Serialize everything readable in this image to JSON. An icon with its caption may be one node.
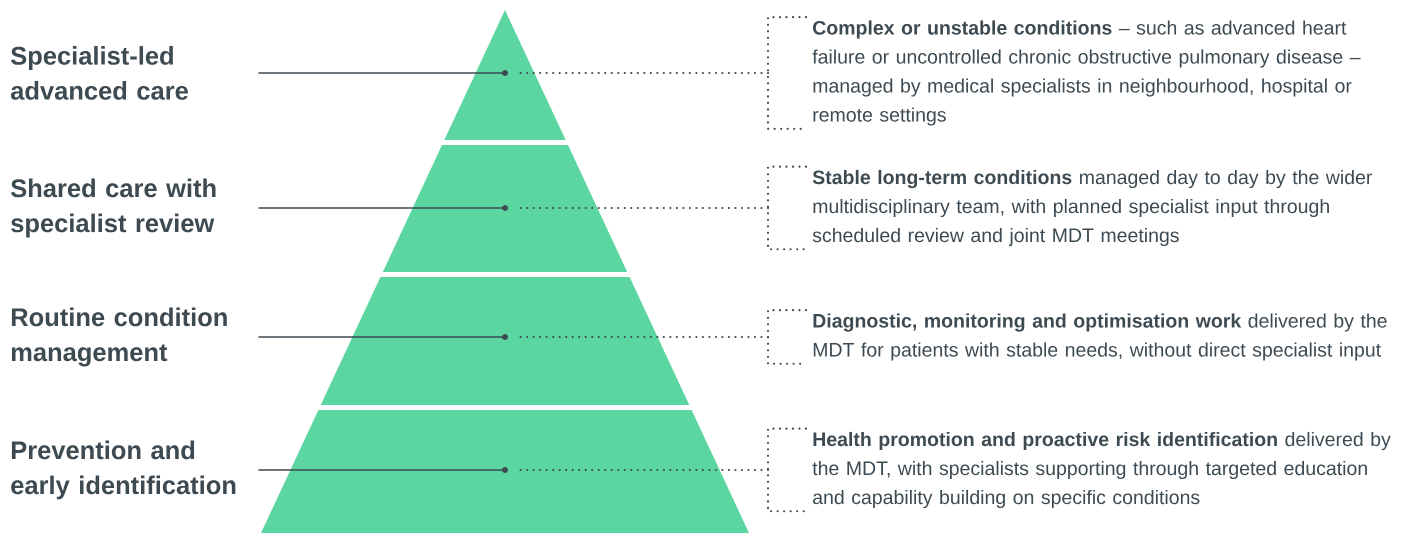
{
  "diagram": {
    "nodes": [
      {
        "text": [
          "Specialist-led advanced care"
        ]
      },
      {
        "text": [
          "Shared care with specialist review"
        ]
      },
      {
        "text": [
          "Routine condition management"
        ]
      },
      {
        "text": [
          "Prevention and early identification"
        ]
      },
      {
        "text": [],
        "shape": "triangle"
      },
      {
        "text": [],
        "shape": "trapezoid"
      },
      {
        "text": [],
        "shape": "trapezoid"
      },
      {
        "text": [],
        "shape": "trapezoid"
      },
      {
        "text": [
          "**Complex or unstable conditions** – such as advanced heart failure or uncontrolled chronic obstructive pulmonary disease – managed by medical specialists in neighbourhood, hospital or remote settings"
        ]
      },
      {
        "text": [
          "**Stable long-term conditions** managed day to day by the wider multidisciplinary team, with planned specialist input through scheduled review and joint MDT meetings"
        ]
      },
      {
        "text": [
          "**Diagnostic, monitoring and optimisation work** delivered by the MDT for patients with stable needs, without direct specialist input"
        ]
      },
      {
        "text": [
          "**Health promotion and proactive risk identification** delivered by the MDT, with specialists supporting through targeted education and capability building on specific conditions"
        ]
      }
    ],
    "edges": [
      {
        "from": 0,
        "to": 4,
        "arrow": "none"
      },
      {
        "from": 1,
        "to": 5,
        "arrow": "none"
      },
      {
        "from": 2,
        "to": 6,
        "arrow": "none"
      },
      {
        "from": 3,
        "to": 7,
        "arrow": "none"
      },
      {
        "from": 8,
        "to": 4,
        "arrow": "none",
        "style": "dashed"
      },
      {
        "from": 9,
        "to": 5,
        "arrow": "none",
        "style": "dashed"
      },
      {
        "from": 10,
        "to": 6,
        "arrow": "none",
        "style": "dashed"
      },
      {
        "from": 11,
        "to": 7,
        "arrow": "none",
        "style": "dashed"
      }
    ]
  }
}
